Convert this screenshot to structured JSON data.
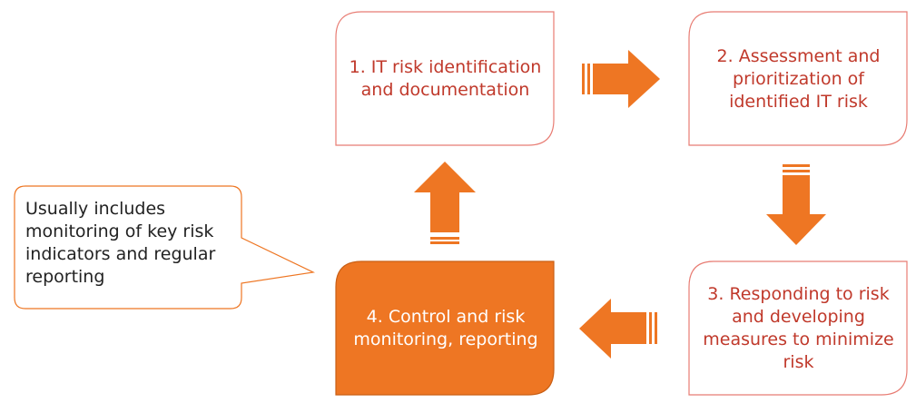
{
  "steps": [
    {
      "id": "step-1",
      "text": "1. IT risk identification and documentation"
    },
    {
      "id": "step-2",
      "text": "2. Assessment and prioritization of identified IT risk"
    },
    {
      "id": "step-3",
      "text": "3. Responding to risk and developing measures to minimize risk"
    },
    {
      "id": "step-4",
      "text": "4. Control and risk monitoring, reporting"
    }
  ],
  "callout": {
    "text": "Usually includes monitoring of key risk indicators and regular reporting"
  },
  "colors": {
    "accent": "#EE7623",
    "border": "#E87C73",
    "step_text": "#C0392B",
    "callout_border": "#EE7623",
    "callout_text": "#222222"
  }
}
